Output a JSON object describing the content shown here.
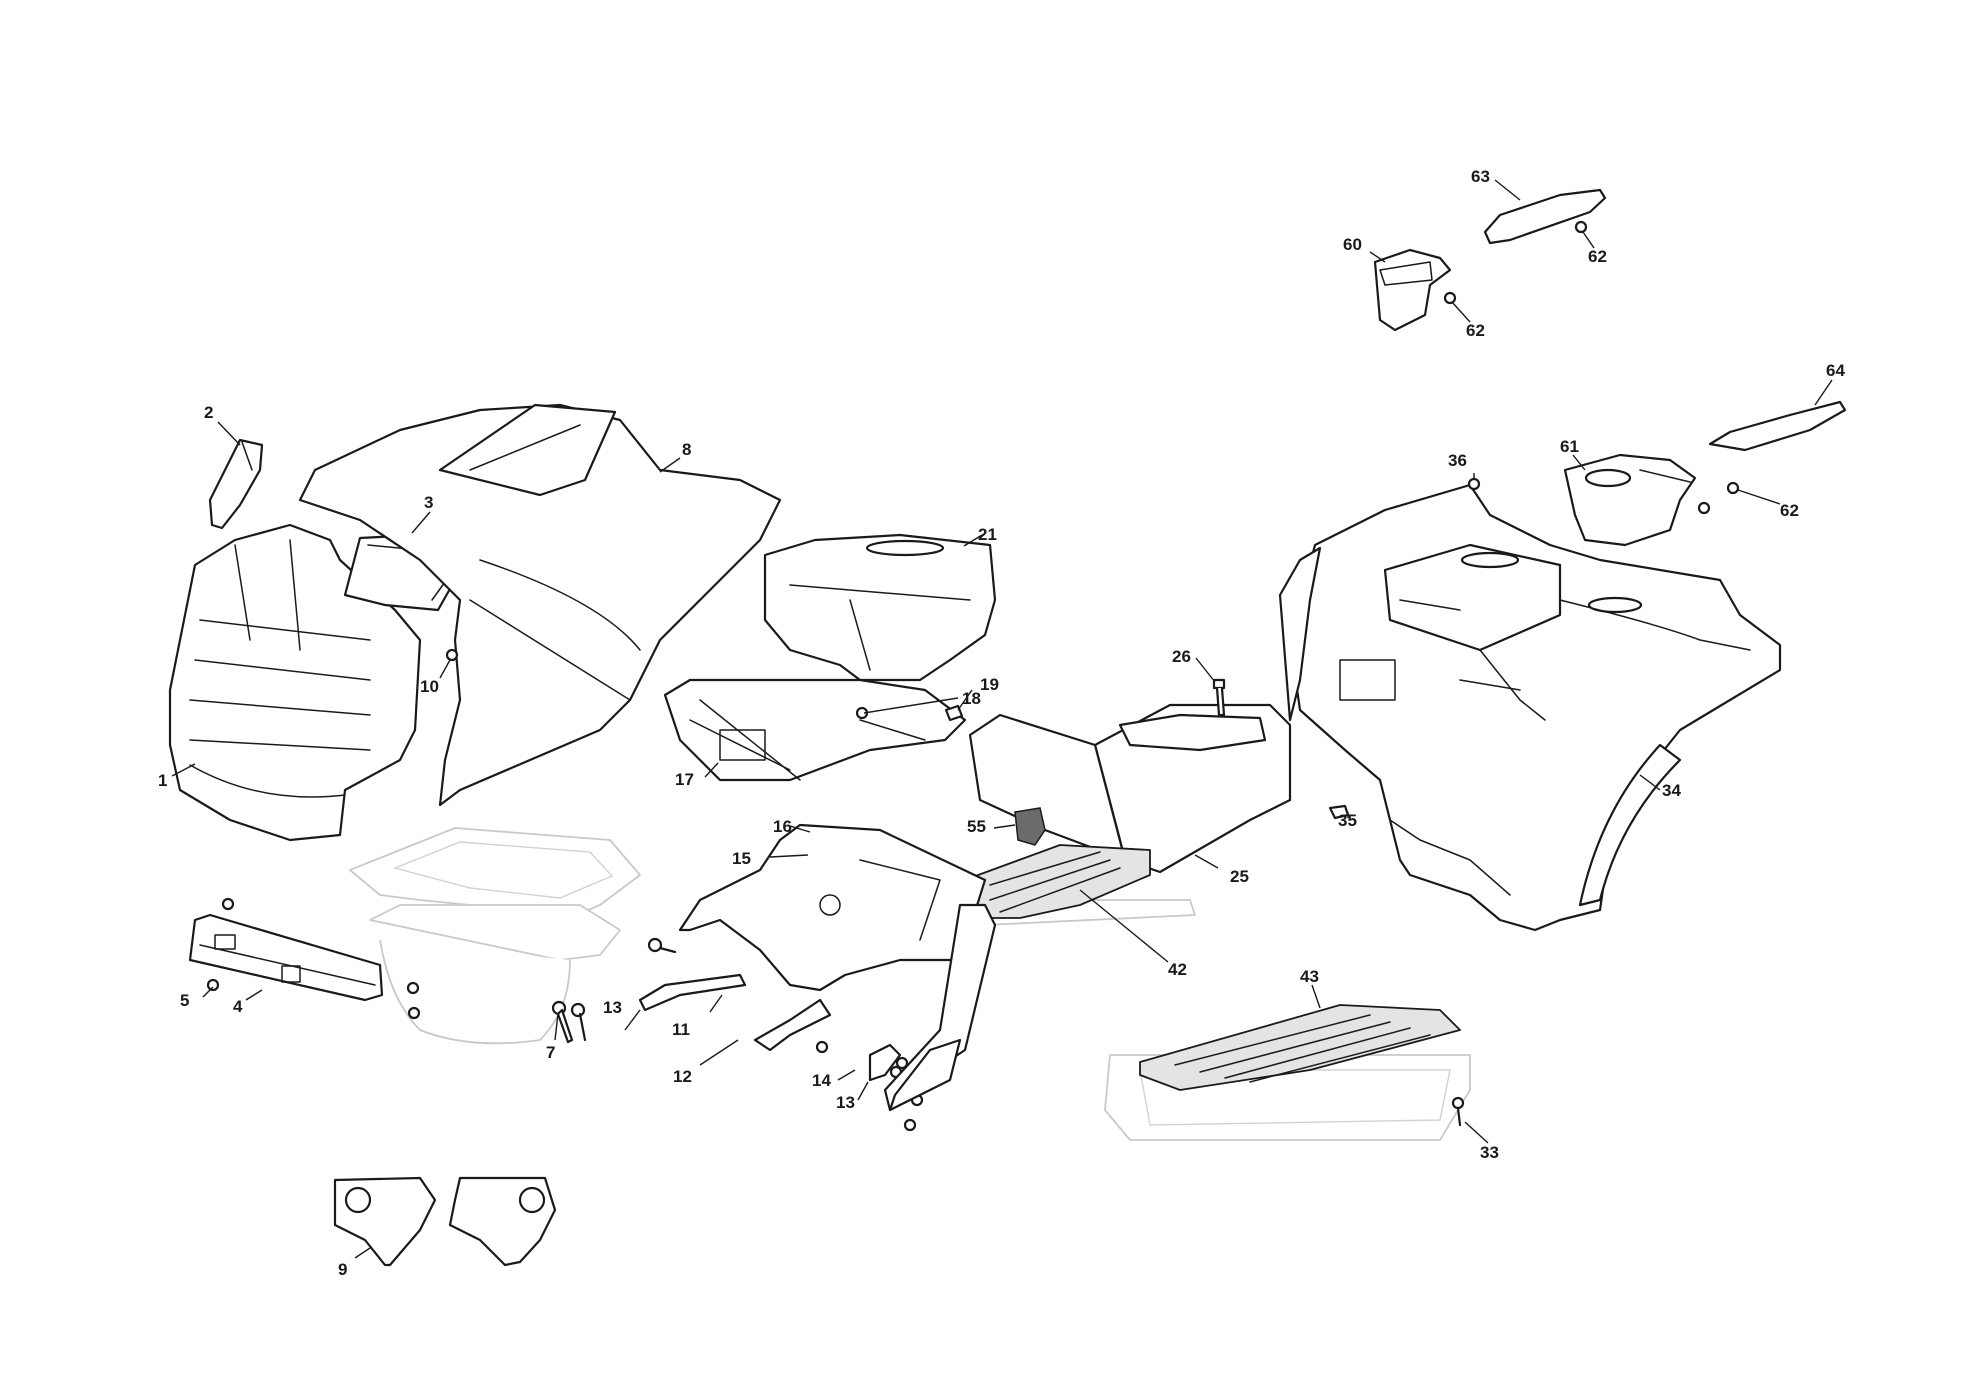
{
  "callouts": [
    {
      "id": "c1",
      "text": "1"
    },
    {
      "id": "c2",
      "text": "2"
    },
    {
      "id": "c3",
      "text": "3"
    },
    {
      "id": "c4",
      "text": "4"
    },
    {
      "id": "c5",
      "text": "5"
    },
    {
      "id": "c7",
      "text": "7"
    },
    {
      "id": "c8",
      "text": "8"
    },
    {
      "id": "c9",
      "text": "9"
    },
    {
      "id": "c10",
      "text": "10"
    },
    {
      "id": "c11",
      "text": "11"
    },
    {
      "id": "c12",
      "text": "12"
    },
    {
      "id": "c13a",
      "text": "13"
    },
    {
      "id": "c13b",
      "text": "13"
    },
    {
      "id": "c14",
      "text": "14"
    },
    {
      "id": "c15",
      "text": "15"
    },
    {
      "id": "c16",
      "text": "16"
    },
    {
      "id": "c17",
      "text": "17"
    },
    {
      "id": "c18",
      "text": "18"
    },
    {
      "id": "c19",
      "text": "19"
    },
    {
      "id": "c21",
      "text": "21"
    },
    {
      "id": "c25",
      "text": "25"
    },
    {
      "id": "c26",
      "text": "26"
    },
    {
      "id": "c33",
      "text": "33"
    },
    {
      "id": "c34",
      "text": "34"
    },
    {
      "id": "c35",
      "text": "35"
    },
    {
      "id": "c36",
      "text": "36"
    },
    {
      "id": "c42",
      "text": "42"
    },
    {
      "id": "c43",
      "text": "43"
    },
    {
      "id": "c55",
      "text": "55"
    },
    {
      "id": "c60",
      "text": "60"
    },
    {
      "id": "c61",
      "text": "61"
    },
    {
      "id": "c62a",
      "text": "62"
    },
    {
      "id": "c62b",
      "text": "62"
    },
    {
      "id": "c62c",
      "text": "62"
    },
    {
      "id": "c63",
      "text": "63"
    },
    {
      "id": "c64",
      "text": "64"
    }
  ]
}
